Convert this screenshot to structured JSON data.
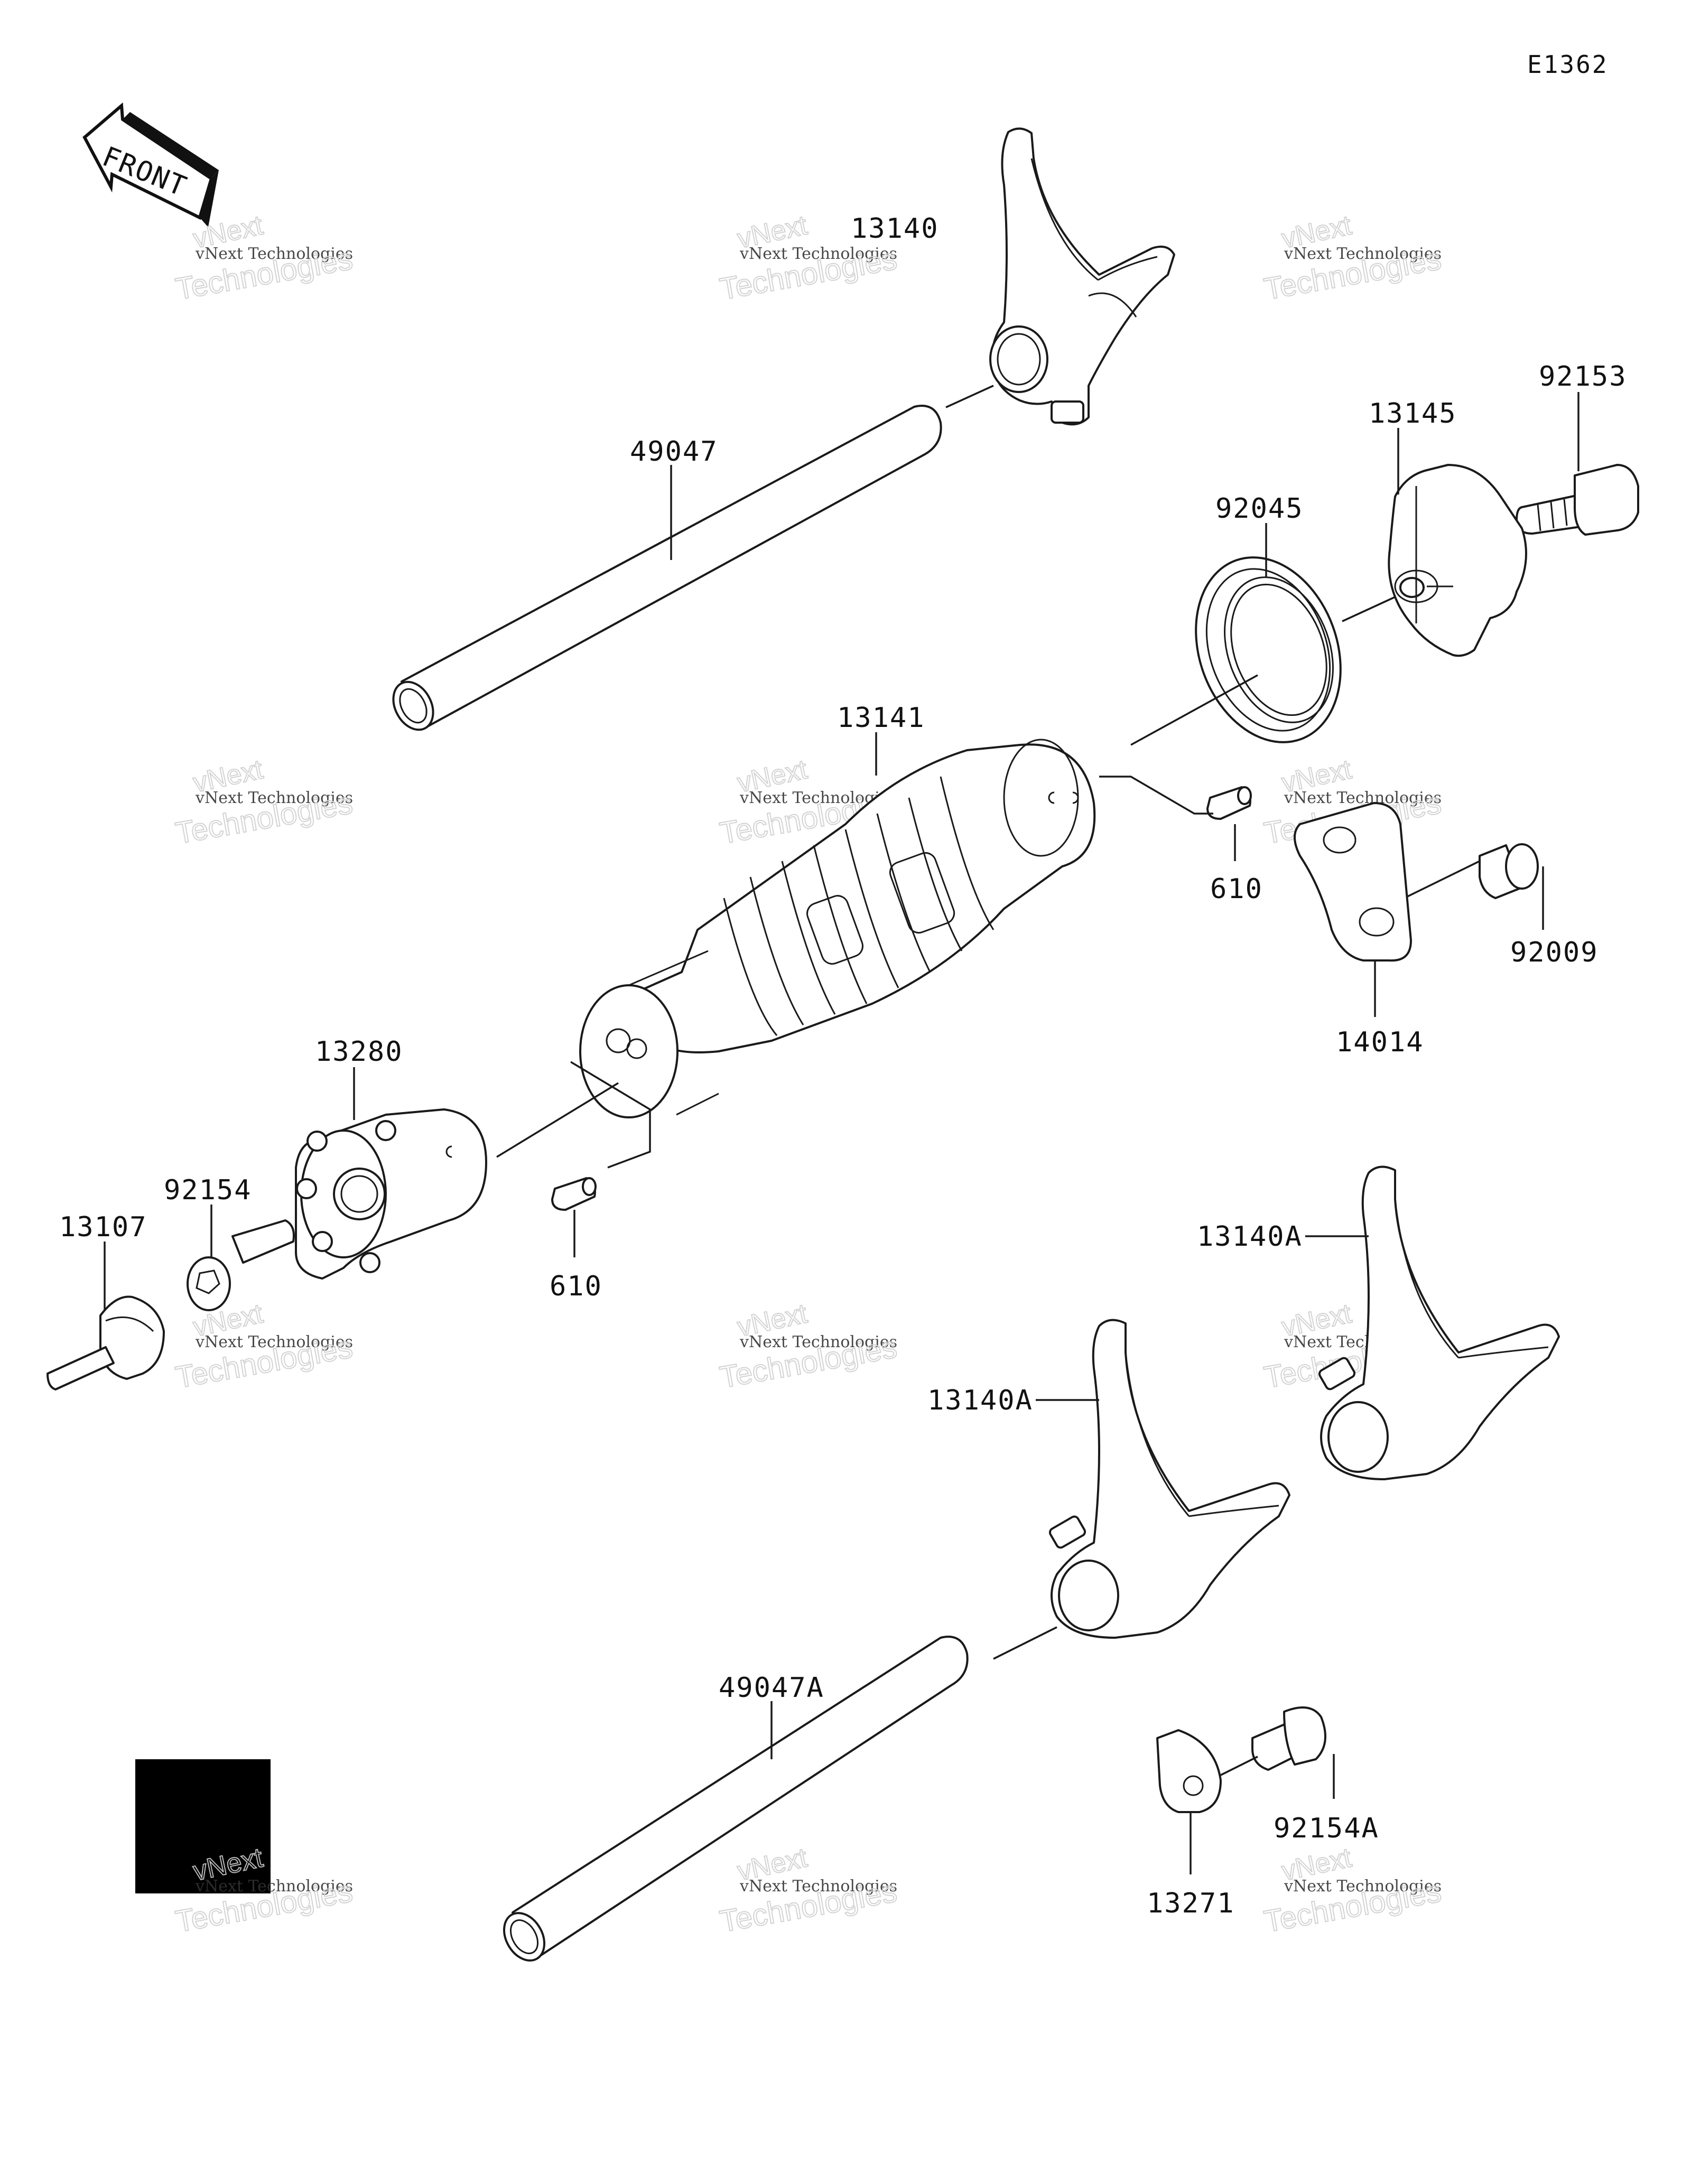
{
  "diagram_code": "E1362",
  "front_label": "FRONT",
  "watermark": {
    "line1": "vNext Technologies",
    "line2": "Technologies",
    "line3": "vNext"
  },
  "parts": [
    {
      "id": "13140",
      "label": "13140"
    },
    {
      "id": "49047",
      "label": "49047"
    },
    {
      "id": "92153",
      "label": "92153"
    },
    {
      "id": "13145",
      "label": "13145"
    },
    {
      "id": "92045",
      "label": "92045"
    },
    {
      "id": "13141",
      "label": "13141"
    },
    {
      "id": "610_upper",
      "label": "610"
    },
    {
      "id": "92009",
      "label": "92009"
    },
    {
      "id": "14014",
      "label": "14014"
    },
    {
      "id": "13280",
      "label": "13280"
    },
    {
      "id": "92154",
      "label": "92154"
    },
    {
      "id": "13107",
      "label": "13107"
    },
    {
      "id": "610_lower",
      "label": "610"
    },
    {
      "id": "13140A_upper",
      "label": "13140A"
    },
    {
      "id": "13140A_lower",
      "label": "13140A"
    },
    {
      "id": "49047A",
      "label": "49047A"
    },
    {
      "id": "92154A",
      "label": "92154A"
    },
    {
      "id": "13271",
      "label": "13271"
    }
  ]
}
